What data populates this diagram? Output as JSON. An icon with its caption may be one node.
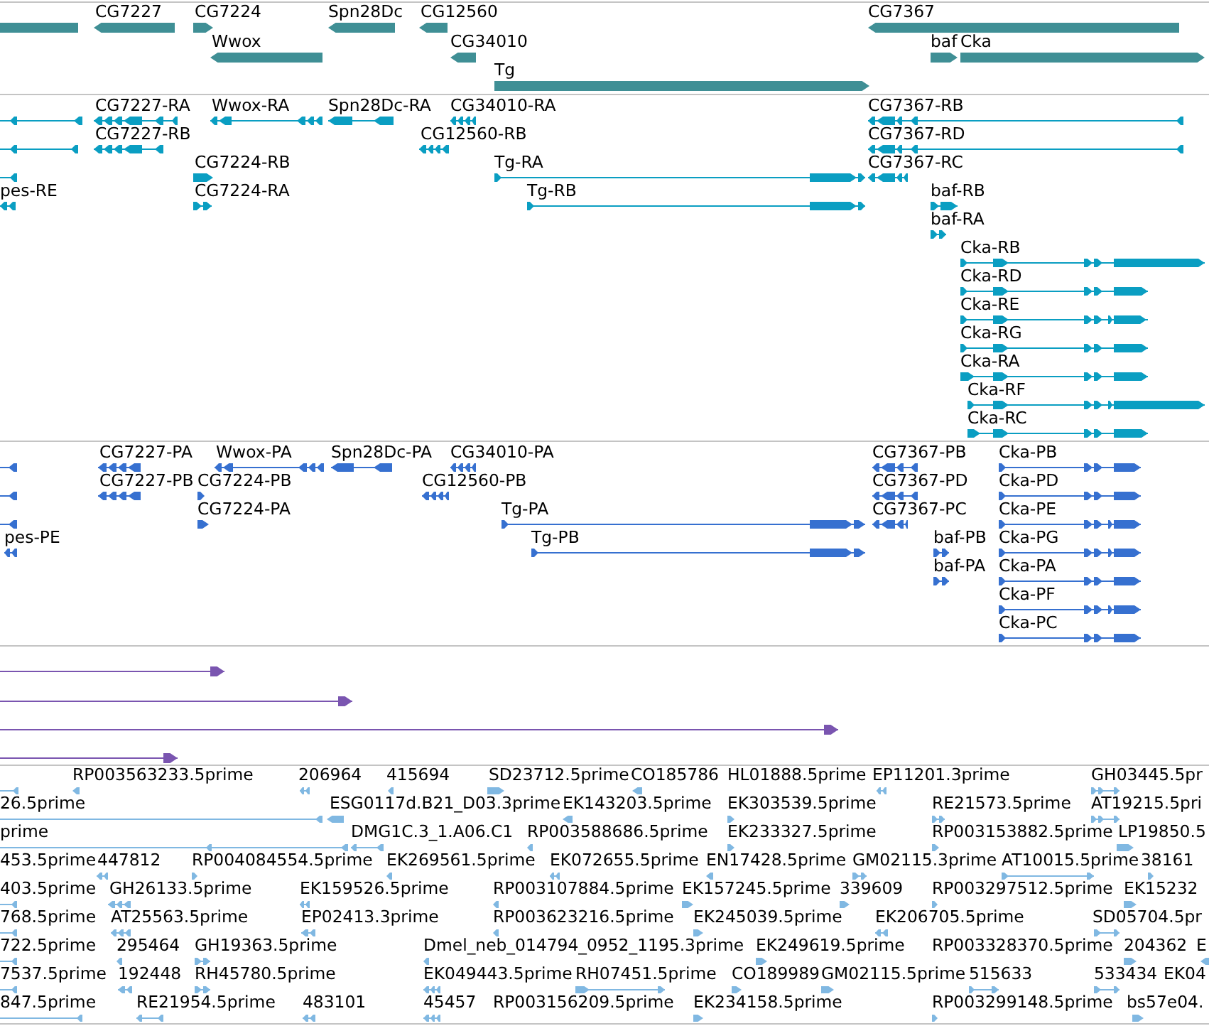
{
  "diagram": {
    "labels": [
      "CG7227",
      "CG7224",
      "Spn28Dc",
      "CG12560",
      "CG7367",
      "Wwox",
      "CG34010",
      "baf",
      "Cka",
      "Tg",
      "CG7227-RA",
      "Wwox-RA",
      "Spn28Dc-RA",
      "CG34010-RA",
      "CG7367-RB",
      "CG7227-RB",
      "CG12560-RB",
      "CG7367-RD",
      "CG7224-RB",
      "Tg-RA",
      "CG7367-RC",
      "pes-RE",
      "CG7224-RA",
      "Tg-RB",
      "baf-RB",
      "baf-RA",
      "Cka-RB",
      "Cka-RD",
      "Cka-RE",
      "Cka-RG",
      "Cka-RA",
      "Cka-RF",
      "Cka-RC",
      "CG7227-PA",
      "Wwox-PA",
      "Spn28Dc-PA",
      "CG34010-PA",
      "CG7367-PB",
      "Cka-PB",
      "CG7227-PB",
      "CG7224-PB",
      "CG12560-PB",
      "CG7367-PD",
      "Cka-PD",
      "CG7224-PA",
      "Tg-PA",
      "CG7367-PC",
      "Cka-PE",
      "pes-PE",
      "Tg-PB",
      "baf-PB",
      "Cka-PG",
      "baf-PA",
      "Cka-PA",
      "Cka-PF",
      "Cka-PC",
      "RP003563233.5prime",
      "206964",
      "415694",
      "SD23712.5prime",
      "CO185786",
      "HL01888.5prime",
      "EP11201.3prime",
      "GH03445.5pr",
      "26.5prime",
      "ESG0117d.B21_D03.3prime",
      "EK143203.5prime",
      "EK303539.5prime",
      "RE21573.5prime",
      "AT19215.5pri",
      "prime",
      "DMG1C.3_1.A06.C1",
      "RP003588686.5prime",
      "EK233327.5prime",
      "RP003153882.5prime",
      "LP19850.5",
      "453.5prime",
      "447812",
      "RP004084554.5prime",
      "EK269561.5prime",
      "EK072655.5prime",
      "EN17428.5prime",
      "GM02115.3prime",
      "AT10015.5prime",
      "38161",
      "403.5prime",
      "GH26133.5prime",
      "EK159526.5prime",
      "RP003107884.5prime",
      "EK157245.5prime",
      "339609",
      "RP003297512.5prime",
      "EK15232",
      "768.5prime",
      "AT25563.5prime",
      "EP02413.3prime",
      "RP003623216.5prime",
      "EK245039.5prime",
      "EK206705.5prime",
      "SD05704.5pr",
      "722.5prime",
      "295464",
      "GH19363.5prime",
      "Dmel_neb_014794_0952_1195.3prime",
      "EK249619.5prime",
      "RP003328370.5prime",
      "204362",
      "E",
      "7537.5prime",
      "192448",
      "RH45780.5prime",
      "EK049443.5prime",
      "RH07451.5prime",
      "CO189989",
      "GM02115.5prime",
      "515633",
      "533434",
      "EK04",
      "847.5prime",
      "RE21954.5prime",
      "483101",
      "45457",
      "RP003156209.5prime",
      "EK234158.5prime",
      "RP003299148.5prime",
      "bs57e04."
    ]
  }
}
